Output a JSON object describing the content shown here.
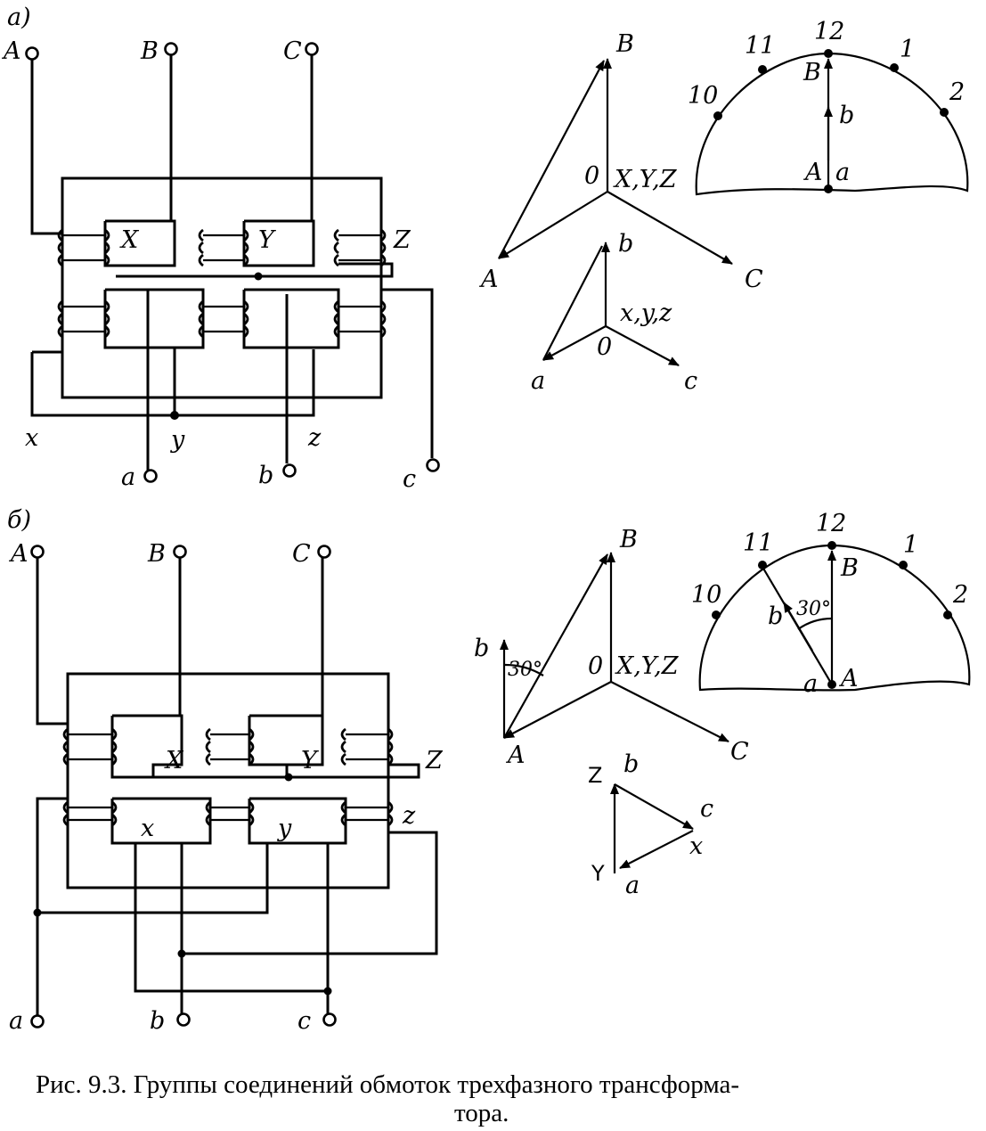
{
  "figure": {
    "caption_line1": "Рис. 9.3. Группы соединений обмоток трехфазного трансформа-",
    "caption_line2": "тора."
  },
  "panel_a": {
    "tag": "а)",
    "hv_terminals": [
      "A",
      "B",
      "C"
    ],
    "lv_terminals": [
      "a",
      "b",
      "c"
    ],
    "hv_ends": [
      "X",
      "Y",
      "Z"
    ],
    "lv_ends": [
      "x",
      "y",
      "z"
    ],
    "phasor_hv": {
      "labels": [
        "A",
        "B",
        "C"
      ],
      "neutral": "0",
      "ends": "X,Y,Z"
    },
    "phasor_lv": {
      "labels": [
        "a",
        "b",
        "c"
      ],
      "neutral": "0",
      "ends": "x,y,z"
    },
    "clock": {
      "hours": [
        "10",
        "11",
        "12",
        "1",
        "2"
      ],
      "hv_label": "B",
      "lv_label": "b",
      "origin_hv": "A",
      "origin_lv": "a"
    }
  },
  "panel_b": {
    "tag": "б)",
    "hv_terminals": [
      "A",
      "B",
      "C"
    ],
    "lv_terminals": [
      "a",
      "b",
      "c"
    ],
    "hv_ends": [
      "X",
      "Y",
      "Z"
    ],
    "lv_ends": [
      "x",
      "y",
      "z"
    ],
    "phasor_hv": {
      "labels": [
        "A",
        "B",
        "C"
      ],
      "neutral": "0",
      "ends": "X,Y,Z",
      "shift_label": "b",
      "angle": "30°"
    },
    "triangle": {
      "z": "Z",
      "b": "b",
      "c": "c",
      "x": "x",
      "y": "Y",
      "a": "a"
    },
    "clock": {
      "hours": [
        "10",
        "11",
        "12",
        "1",
        "2"
      ],
      "hv_label": "B",
      "lv_label": "b",
      "angle": "30°",
      "origin_hv": "A",
      "origin_lv": "a"
    }
  }
}
